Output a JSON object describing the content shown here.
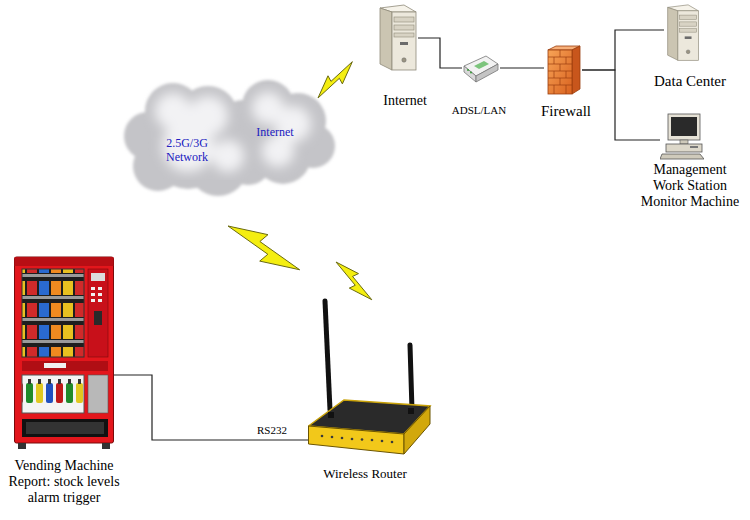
{
  "diagram": {
    "nodes": [
      {
        "text": [
          "2.5G/3G Network",
          "Internet"
        ]
      },
      {
        "text": [
          "Internet"
        ]
      },
      {
        "text": [
          "ADSL/LAN"
        ]
      },
      {
        "text": [
          "Firewall"
        ]
      },
      {
        "text": [
          "Data Center"
        ]
      },
      {
        "text": [
          "Management Work Station Monitor Machine"
        ]
      },
      {
        "text": [
          "Vending Machine Report: stock levels alarm trigger"
        ]
      },
      {
        "text": [
          "Wireless Router"
        ]
      }
    ],
    "edges": [
      {
        "from": 1,
        "to": 2,
        "arrow": "none"
      },
      {
        "from": 2,
        "to": 3,
        "arrow": "none"
      },
      {
        "from": 3,
        "to": 4,
        "arrow": "none"
      },
      {
        "from": 3,
        "to": 5,
        "arrow": "none"
      },
      {
        "from": 6,
        "to": 7,
        "label": "RS232",
        "arrow": "none"
      }
    ]
  }
}
